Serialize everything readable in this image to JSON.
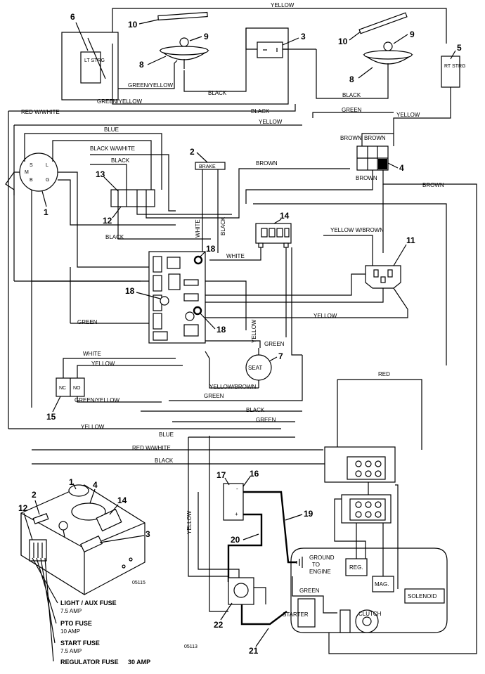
{
  "wire_labels": {
    "yellow": "YELLOW",
    "green_yellow": "GREEN/YELLOW",
    "black": "BLACK",
    "red_w_white": "RED W/WHITE",
    "green": "GREEN",
    "blue": "BLUE",
    "black_w_white": "BLACK W/WHITE",
    "brown": "BROWN",
    "white": "WHITE",
    "yellow_w_brown": "YELLOW W/BROWN",
    "yellow_brown": "YELLOW/BROWN",
    "red": "RED"
  },
  "components": {
    "lt_strg": "LT STRG",
    "rt_strg": "RT STRG",
    "brake": "BRAKE",
    "seat": "SEAT",
    "reg": "REG.",
    "mag": "MAG.",
    "solenoid": "SOLENOID",
    "ground_to_engine": "GROUND TO ENGINE",
    "starter": "STARTER",
    "clutch": "CLUTCH",
    "nc_left": "NC",
    "nc_right": "NO",
    "switch_terminals": [
      "M",
      "L",
      "B",
      "G",
      "S"
    ]
  },
  "callouts": [
    "1",
    "2",
    "3",
    "4",
    "5",
    "6",
    "7",
    "8",
    "9",
    "10",
    "11",
    "12",
    "13",
    "14",
    "15",
    "16",
    "17",
    "18",
    "19",
    "20",
    "21",
    "22"
  ],
  "fuses": {
    "light_aux": "LIGHT / AUX FUSE",
    "light_aux_amp": "7.5 AMP",
    "pto": "PTO FUSE",
    "pto_amp": "10 AMP",
    "start": "START FUSE",
    "start_amp": "7.5 AMP",
    "regulator": "REGULATOR FUSE",
    "regulator_amp": "30  AMP"
  },
  "drawing_numbers": {
    "inset": "05115",
    "main": "05113"
  }
}
